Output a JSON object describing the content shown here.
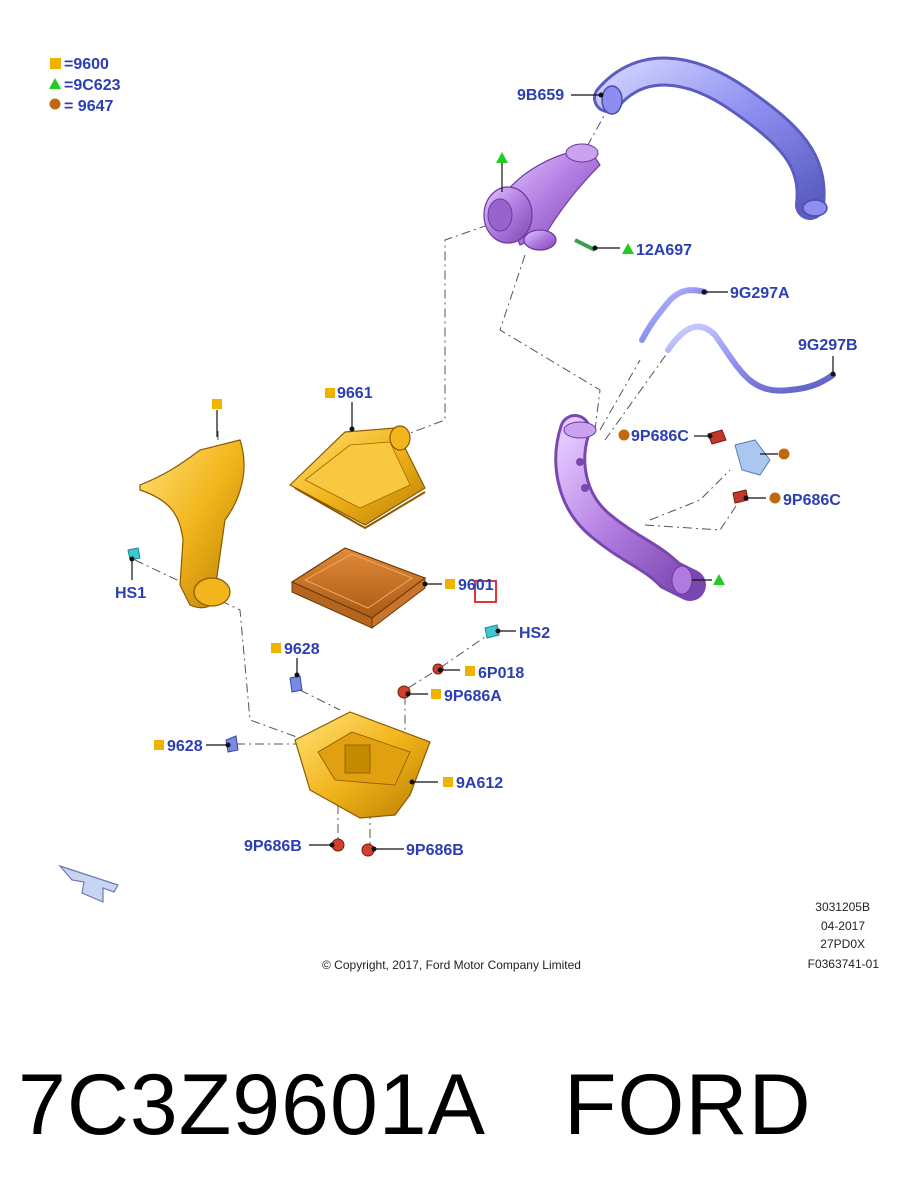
{
  "legend": [
    {
      "shape": "square",
      "color": "#f0b400",
      "label": "=9600"
    },
    {
      "shape": "triangle",
      "color": "#22cc22",
      "label": "=9C623"
    },
    {
      "shape": "circle",
      "color": "#c06a10",
      "label": "= 9647"
    }
  ],
  "callouts": {
    "c_9b659": "9B659",
    "c_12a697": "12A697",
    "c_9g297a": "9G297A",
    "c_9g297b": "9G297B",
    "c_9661": "9661",
    "c_9p686c_1": "9P686C",
    "c_9p686c_2": "9P686C",
    "c_hs1": "HS1",
    "c_9601": "9601",
    "c_hs2": "HS2",
    "c_9628_1": "9628",
    "c_6p018": "6P018",
    "c_9p686a": "9P686A",
    "c_9628_2": "9628",
    "c_9a612": "9A612",
    "c_9p686b_1": "9P686B",
    "c_9p686b_2": "9P686B"
  },
  "meta": {
    "copyright": "© Copyright, 2017, Ford Motor Company Limited",
    "code1": "3031205B",
    "date": "04-2017",
    "code2": "27PD0X",
    "code3": "F0363741-01"
  },
  "caption": {
    "part_number": "7C3Z9601A",
    "brand": "FORD"
  },
  "colors": {
    "part_yellow": "#f2b51c",
    "part_purple": "#b07ae0",
    "part_blue": "#8d8ef0",
    "label_blue": "#2b3fb3",
    "highlight_red": "#e02020"
  }
}
